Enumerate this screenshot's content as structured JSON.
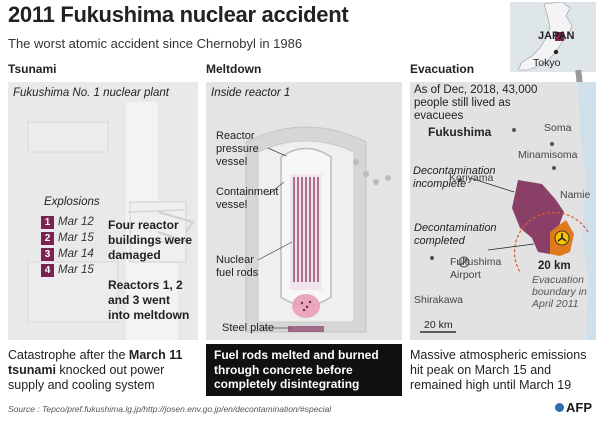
{
  "title": "2011 Fukushima nuclear accident",
  "subtitle": "The worst atomic accident since Chernobyl in 1986",
  "inset": {
    "country": "JAPAN",
    "city": "Tokyo"
  },
  "tsunami": {
    "heading": "Tsunami",
    "plant_label": "Fukushima No. 1 nuclear plant",
    "explosions_label": "Explosions",
    "explosions": [
      {
        "num": "1",
        "date": "Mar 12"
      },
      {
        "num": "2",
        "date": "Mar 15"
      },
      {
        "num": "3",
        "date": "Mar 14"
      },
      {
        "num": "4",
        "date": "Mar 15"
      }
    ],
    "damaged": "Four reactor buildings were damaged",
    "meltdown_note": "Reactors 1, 2 and 3 went into meltdown",
    "caption_pre": "Catastrophe after the ",
    "caption_bold": "March 11 tsunami",
    "caption_post": " knocked out power supply and cooling system"
  },
  "meltdown": {
    "heading": "Meltdown",
    "inside_label": "Inside reactor 1",
    "labels": {
      "pressure_vessel": "Reactor pressure vessel",
      "containment": "Containment vessel",
      "fuel_rods": "Nuclear fuel rods",
      "steel_plate": "Steel plate"
    },
    "caption": "Fuel rods melted and burned through concrete before completely disintegrating"
  },
  "evacuation": {
    "heading": "Evacuation",
    "note": "As of Dec, 2018, 43,000 people still lived as evacuees",
    "places": {
      "fukushima": "Fukushima",
      "soma": "Soma",
      "minamisoma": "Minamisoma",
      "namie": "Namie",
      "koriyama": "Koriyama",
      "airport": "Fukushima Airport",
      "shirakawa": "Shirakawa"
    },
    "decon_incomplete": "Decontamination incomplete",
    "decon_completed": "Decontamination completed",
    "radius": "20 km",
    "boundary": "Evacuation boundary in April 2011",
    "scale": "20 km",
    "caption": "Massive atmospheric emissions hit peak on March 15 and remained high until March 19"
  },
  "source": "Source : Tepco/pref.fukushima.lg.jp/http://josen.env.go.jp/en/decontamination/#special",
  "credit": "AFP",
  "colors": {
    "accent": "#7a2350",
    "panel": "#e6e6e6",
    "caption_box": "#111111"
  }
}
